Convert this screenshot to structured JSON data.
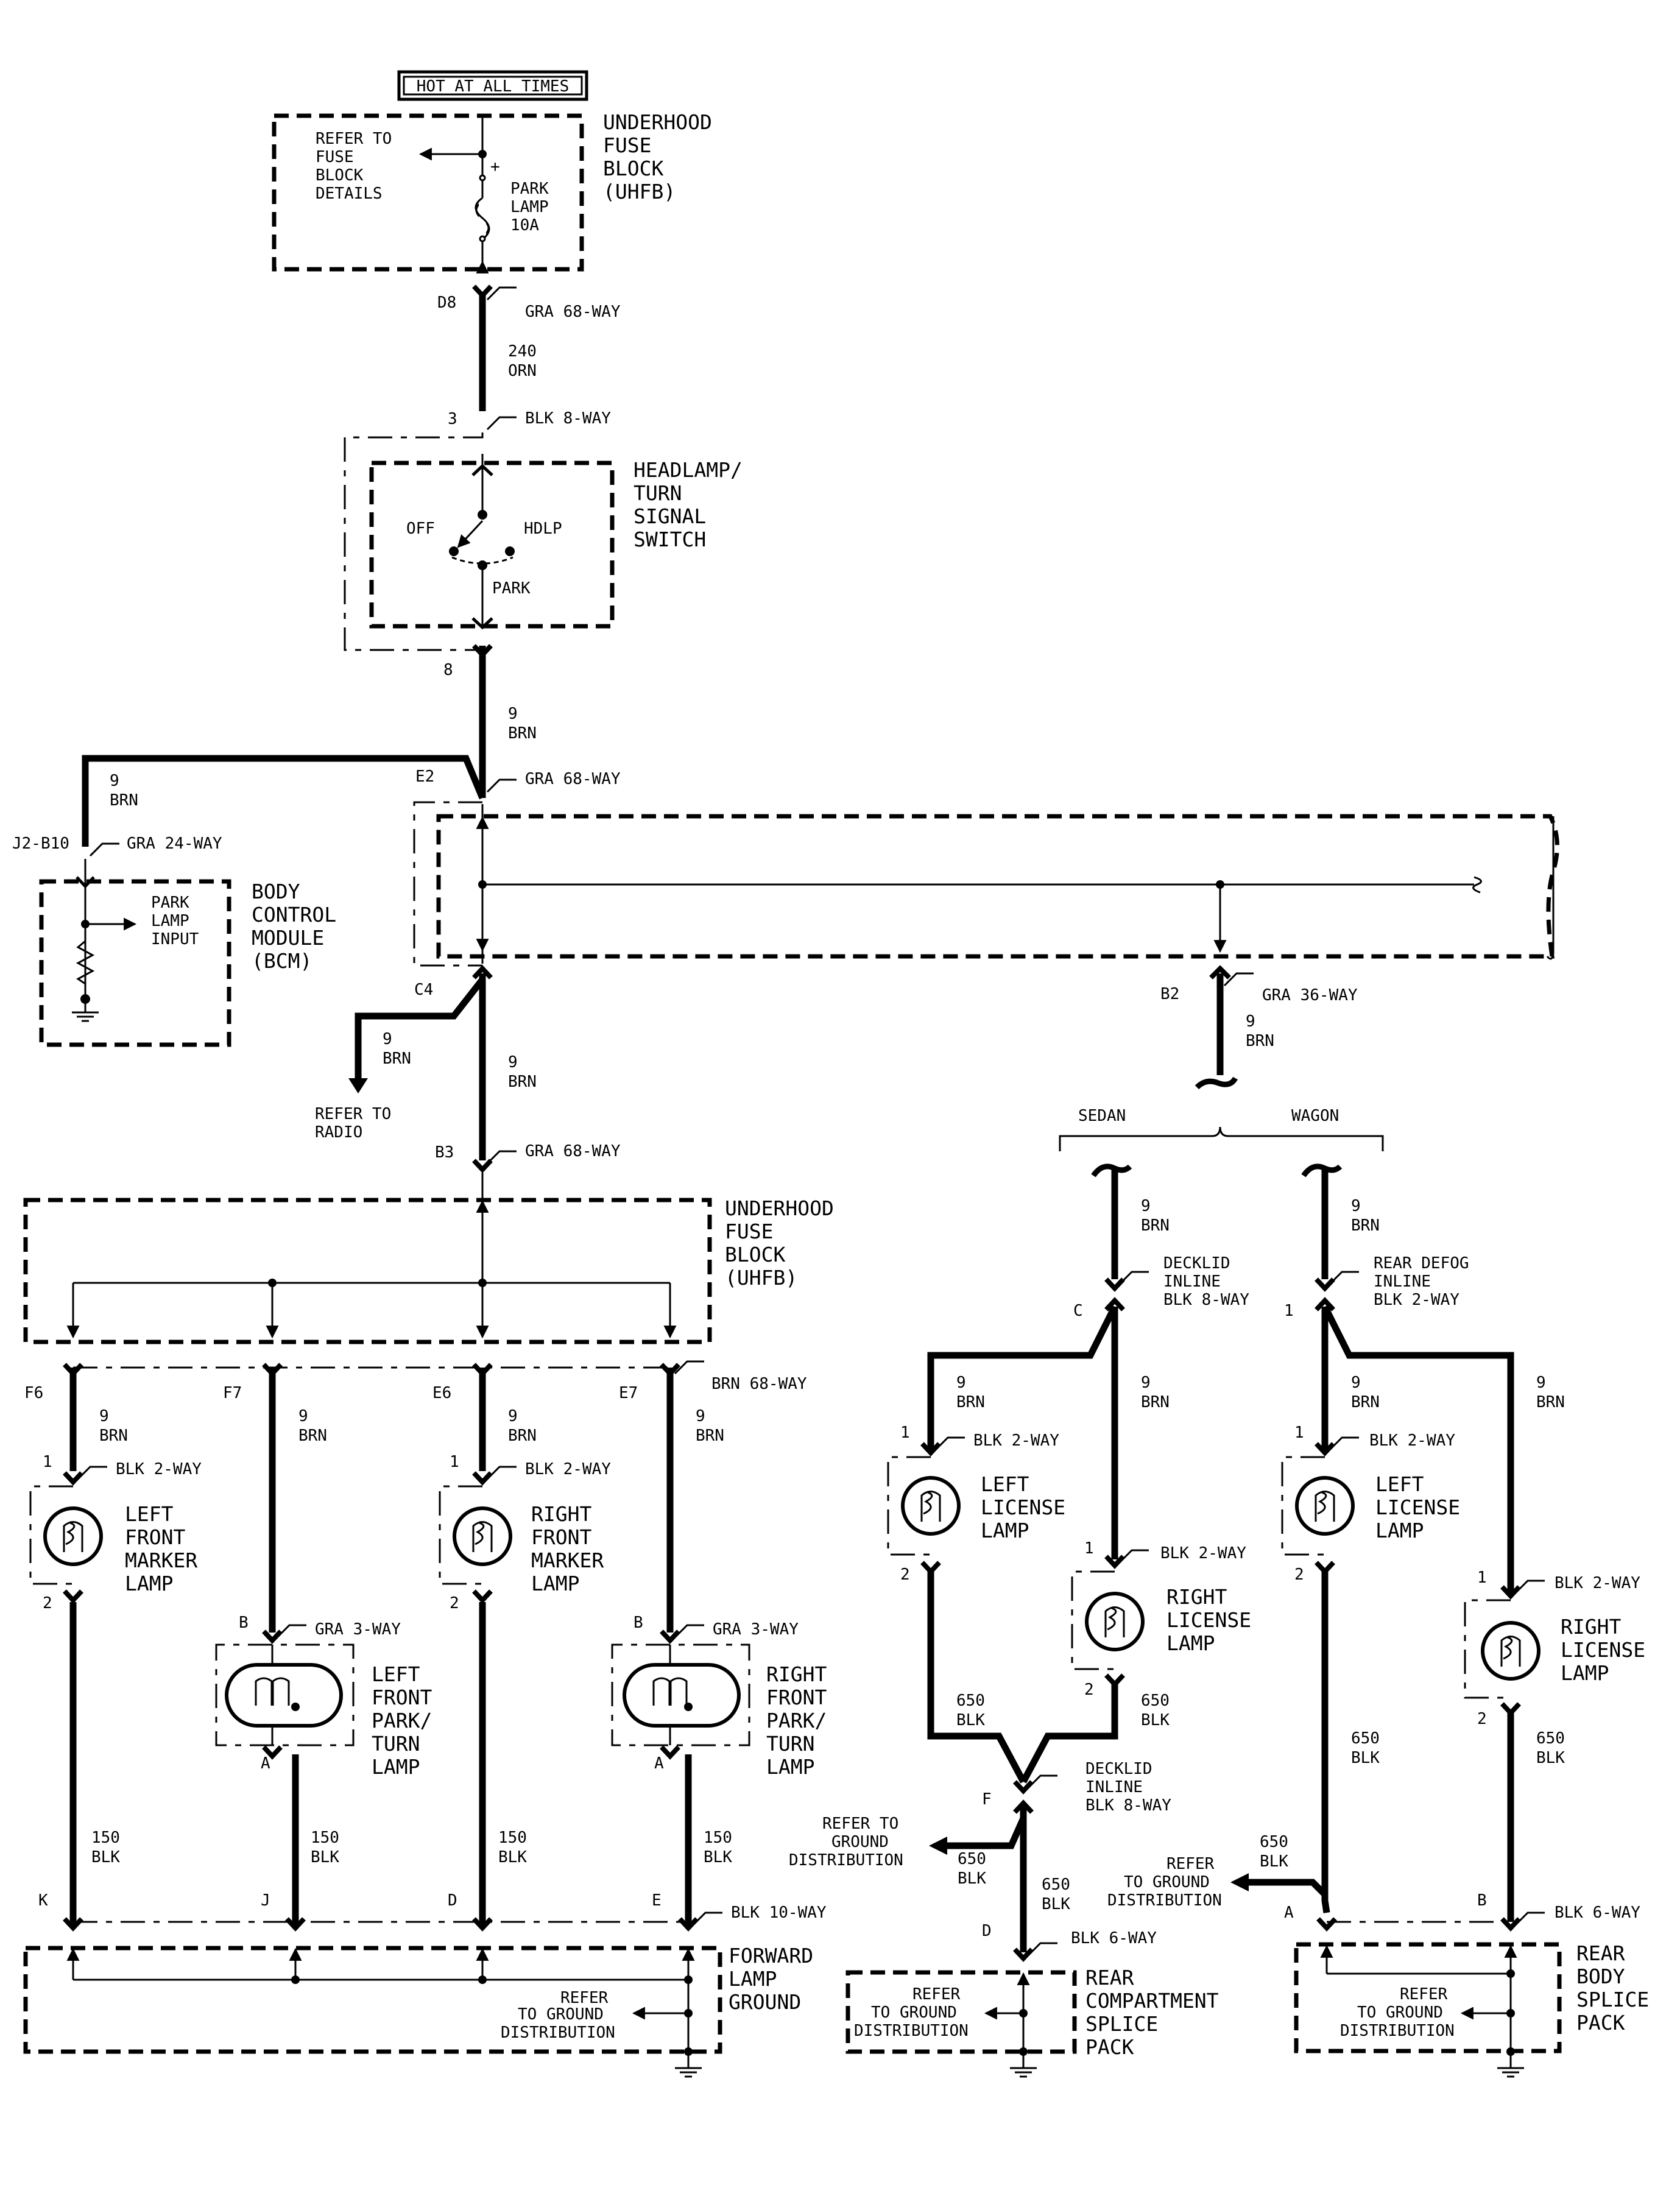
{
  "labels": {
    "hot": "HOT AT ALL TIMES",
    "refer_fuse": [
      "REFER TO",
      "FUSE",
      "BLOCK",
      "DETAILS"
    ],
    "uhfb": [
      "UNDERHOOD",
      "FUSE",
      "BLOCK",
      "(UHFB)"
    ],
    "park_fuse": [
      "PARK",
      "LAMP",
      "10A"
    ],
    "plus": "+",
    "d8": "D8",
    "gra68": "GRA 68-WAY",
    "w240": [
      "240",
      "ORN"
    ],
    "pin3": "3",
    "blk8": "BLK 8-WAY",
    "hsw": [
      "HEADLAMP/",
      "TURN",
      "SIGNAL",
      "SWITCH"
    ],
    "off": "OFF",
    "hdlp": "HDLP",
    "park": "PARK",
    "pin8": "8",
    "w9brn": [
      "9",
      "BRN"
    ],
    "e2": "E2",
    "j2b10": "J2-B10",
    "gra24": "GRA 24-WAY",
    "bcm_input": [
      "PARK",
      "LAMP",
      "INPUT"
    ],
    "bcm": [
      "BODY",
      "CONTROL",
      "MODULE",
      "(BCM)"
    ],
    "c4": "C4",
    "radio": [
      "REFER TO",
      "RADIO"
    ],
    "b3": "B3",
    "b2": "B2",
    "gra36": "GRA 36-WAY",
    "sedan": "SEDAN",
    "wagon": "WAGON",
    "f6": "F6",
    "f7": "F7",
    "e6": "E6",
    "e7": "E7",
    "brn68": "BRN 68-WAY",
    "pin1": "1",
    "pin2": "2",
    "blk2": "BLK 2-WAY",
    "lfm": [
      "LEFT",
      "FRONT",
      "MARKER",
      "LAMP"
    ],
    "rfm": [
      "RIGHT",
      "FRONT",
      "MARKER",
      "LAMP"
    ],
    "pin_b": "B",
    "pin_a": "A",
    "gra3": "GRA 3-WAY",
    "lfp": [
      "LEFT",
      "FRONT",
      "PARK/",
      "TURN",
      "LAMP"
    ],
    "rfp": [
      "RIGHT",
      "FRONT",
      "PARK/",
      "TURN",
      "LAMP"
    ],
    "w150": [
      "150",
      "BLK"
    ],
    "k": "K",
    "j": "J",
    "d": "D",
    "e": "E",
    "blk10": "BLK 10-WAY",
    "flg": [
      "FORWARD",
      "LAMP",
      "GROUND"
    ],
    "refer_ground": [
      "REFER",
      "TO GROUND",
      "DISTRIBUTION"
    ],
    "refer_ground2": [
      "REFER TO",
      "GROUND",
      "DISTRIBUTION"
    ],
    "decklid": [
      "DECKLID",
      "INLINE",
      "BLK 8-WAY"
    ],
    "rear_defog": [
      "REAR DEFOG",
      "INLINE",
      "BLK 2-WAY"
    ],
    "c": "C",
    "llic": [
      "LEFT",
      "LICENSE",
      "LAMP"
    ],
    "rlic": [
      "RIGHT",
      "LICENSE",
      "LAMP"
    ],
    "w650": [
      "650",
      "BLK"
    ],
    "f": "F",
    "blk6": "BLK 6-WAY",
    "rcsp": [
      "REAR",
      "COMPARTMENT",
      "SPLICE",
      "PACK"
    ],
    "rbsp": [
      "REAR",
      "BODY",
      "SPLICE",
      "PACK"
    ],
    "refer": "REFER",
    "to_ground": "TO GROUND",
    "distribution": "DISTRIBUTION"
  }
}
